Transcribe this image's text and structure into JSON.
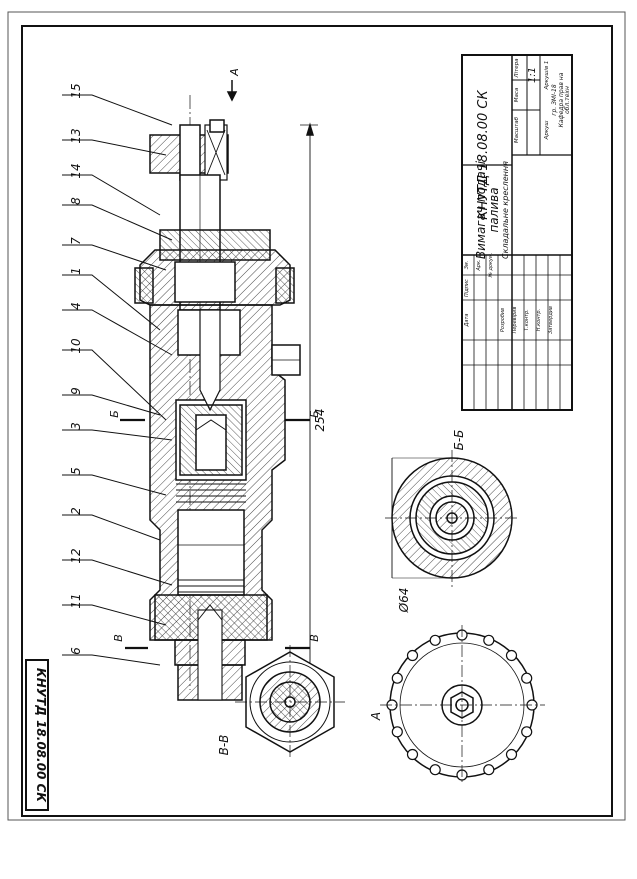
{
  "drawing": {
    "code": "КНУТД 18.08.00 СК",
    "title_line1": "Вимагач подачі",
    "title_line2": "палива",
    "subtitle": "Складальне креслення",
    "scale": "1:1",
    "sheet_info": "Аркушів 1",
    "org_line1": "гр. ЗМІ-18",
    "org_line2": "Кафедра прав на",
    "org_line3": "обл.техн",
    "col_lit": "Літера",
    "col_mass": "Маса",
    "col_scale": "Масштаб",
    "col_sheet": "Аркуш",
    "signatures": [
      "Зм.",
      "Арк.",
      "№ докум.",
      "Підпис",
      "Дата",
      "Розробив",
      "Перевірив",
      "Т.контр.",
      "Н.контр.",
      "Затвердив"
    ]
  },
  "labels": {
    "part_numbers_top": [
      "6",
      "11",
      "12",
      "2",
      "5",
      "3",
      "9",
      "10",
      "4",
      "1",
      "7",
      "8",
      "14",
      "13",
      "15"
    ],
    "dimension_length": "254",
    "dimension_diameter": "Ø64",
    "view_a": "A",
    "section_bb": "Б-Б",
    "section_vv": "В-В",
    "mark_b": "Б",
    "mark_v": "В"
  },
  "colors": {
    "line": "#111111",
    "paper": "#ffffff",
    "hatch": "#333333"
  }
}
